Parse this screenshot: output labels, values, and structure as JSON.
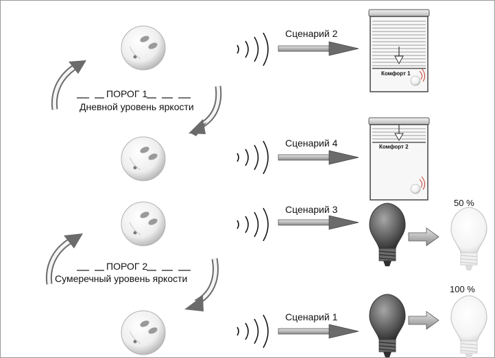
{
  "threshold1": {
    "title": "ПОРОГ 1",
    "description": "Дневной уровень яркости"
  },
  "threshold2": {
    "title": "ПОРОГ 2",
    "description": "Сумеречный уровень яркости"
  },
  "rows": [
    {
      "scenario": "Сценарий 2",
      "target": "blind",
      "blind_label": "Комфорт 1"
    },
    {
      "scenario": "Сценарий 4",
      "target": "blind",
      "blind_label": "Комфорт 2"
    },
    {
      "scenario": "Сценарий 3",
      "target": "lamp",
      "percent": "50 %"
    },
    {
      "scenario": "Сценарий 1",
      "target": "lamp",
      "percent": "100 %"
    }
  ],
  "icons": {
    "sensor": "light-sensor-icon",
    "signal": "radio-waves-icon",
    "blind": "roller-blind-icon",
    "lamp_off": "light-bulb-off-icon",
    "lamp_on": "light-bulb-on-icon",
    "arrow_up": "curved-arrow-up-icon",
    "arrow_down": "curved-arrow-down-icon"
  },
  "colors": {
    "arrow": "#6b6b6b",
    "signal_red": "#c0392b",
    "frame": "#999999"
  }
}
